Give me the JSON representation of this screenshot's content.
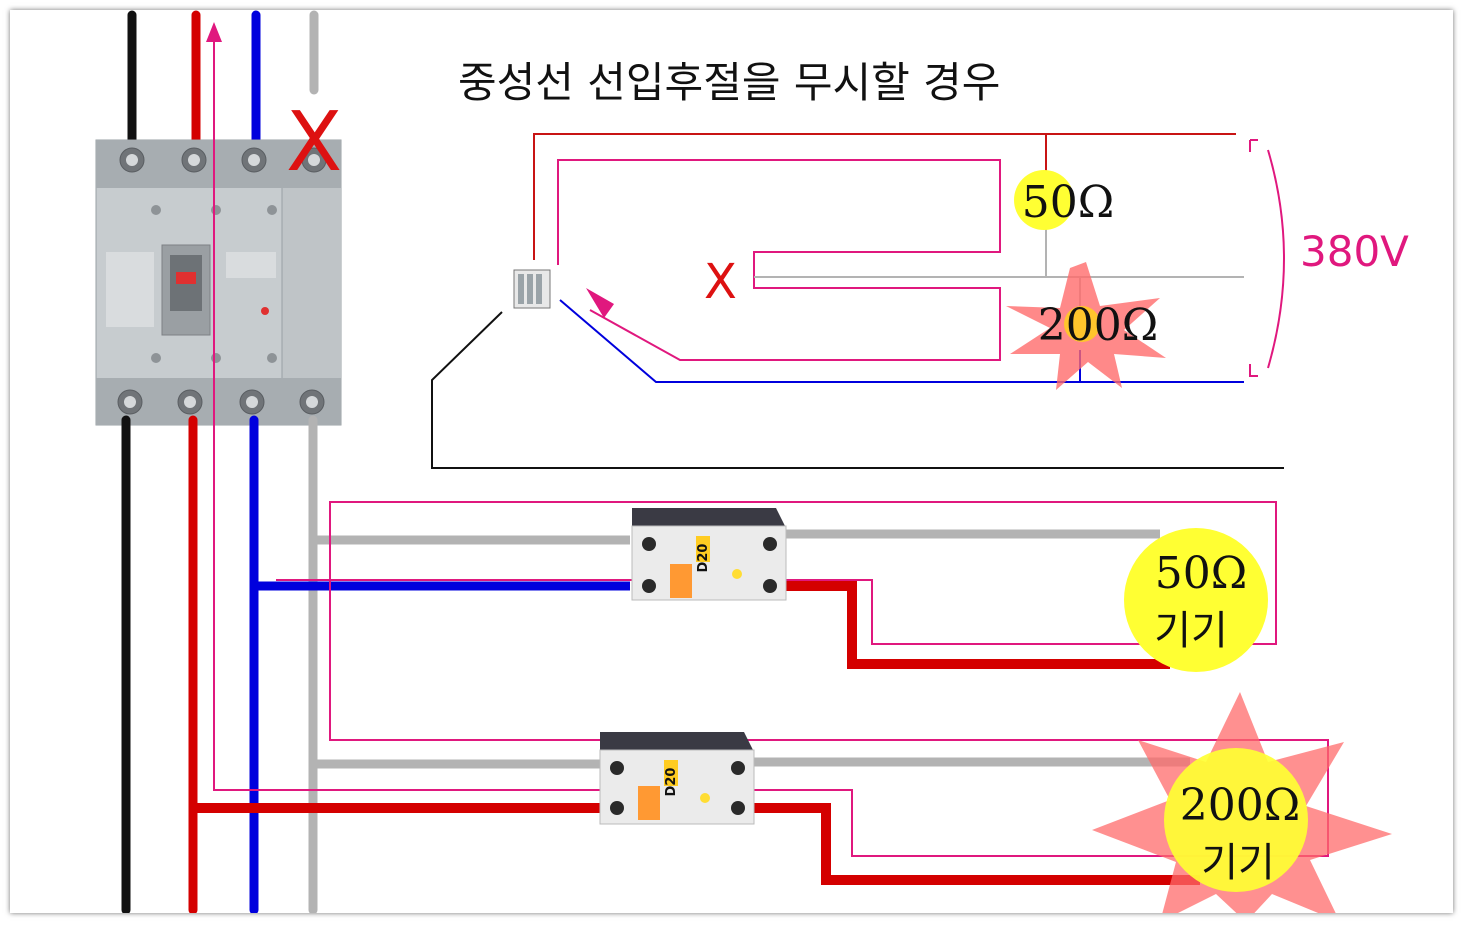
{
  "title": "중성선 선입후절을 무시할 경우",
  "voltage_label": "380V",
  "mark_x": "X",
  "schematic": {
    "load_top": "50Ω",
    "load_bottom": "200Ω"
  },
  "devices": [
    {
      "resistance": "50Ω",
      "label": "기기"
    },
    {
      "resistance": "200Ω",
      "label": "기기"
    }
  ],
  "breaker_label": "D20",
  "colors": {
    "phase_black": "#111111",
    "phase_red": "#d40000",
    "phase_blue": "#0000dd",
    "neutral_gray": "#b3b3b3",
    "current_path": "#e0187e",
    "schematic_red": "#c81414",
    "load_circle": "#ffff33",
    "burst": "#ff6666"
  },
  "icons": [
    "main-breaker-icon",
    "branch-breaker-icon",
    "explosion-burst-icon",
    "current-arrow-icon"
  ]
}
